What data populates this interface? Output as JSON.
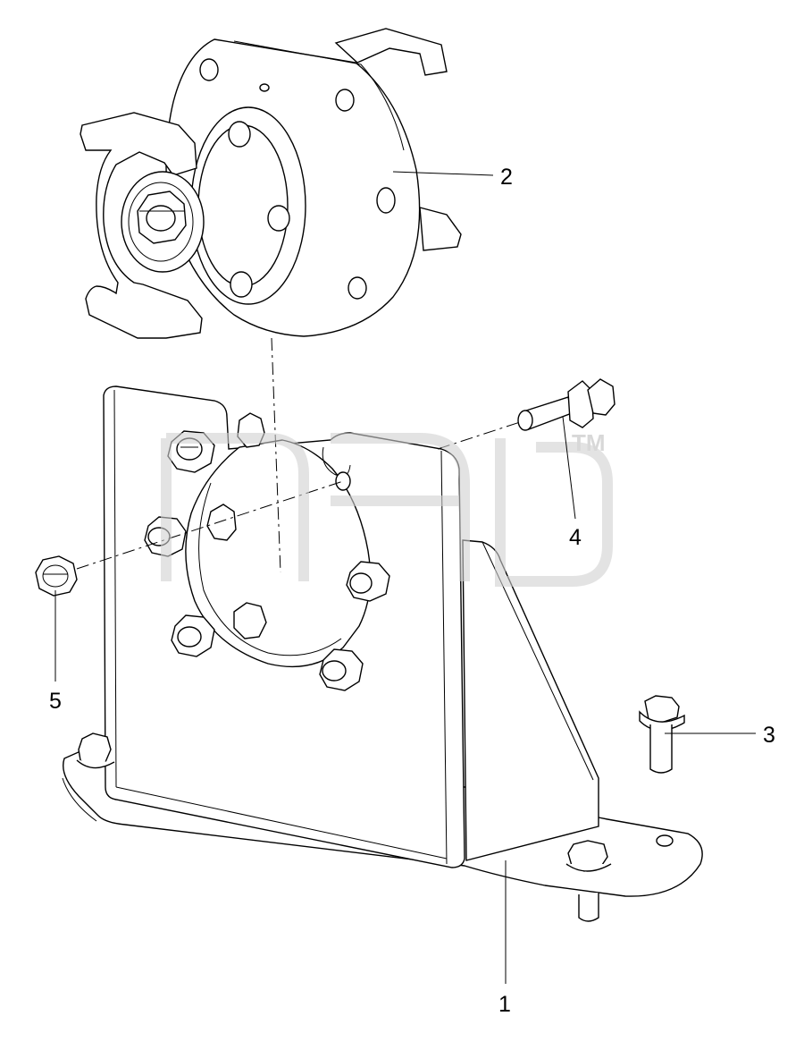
{
  "diagram": {
    "callouts": [
      {
        "id": "1",
        "text": "1"
      },
      {
        "id": "2",
        "text": "2"
      },
      {
        "id": "3",
        "text": "3"
      },
      {
        "id": "4",
        "text": "4"
      },
      {
        "id": "5",
        "text": "5"
      }
    ],
    "watermark": {
      "trademark": "TM"
    }
  }
}
